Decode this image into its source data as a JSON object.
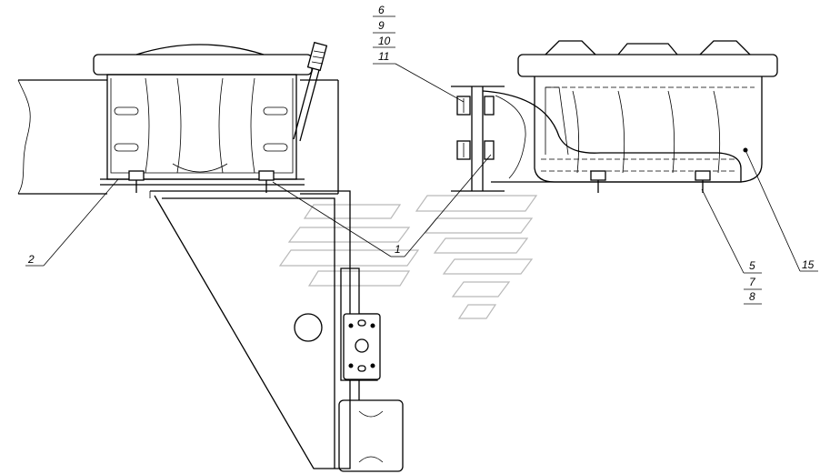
{
  "callouts": {
    "c6": "6",
    "c9": "9",
    "c10": "10",
    "c11": "11",
    "c2": "2",
    "c1": "1",
    "c15": "15",
    "c5": "5",
    "c7": "7",
    "c8": "8"
  },
  "colors": {
    "line": "#000000",
    "watermark": "#b9b9b9",
    "background": "#ffffff"
  }
}
